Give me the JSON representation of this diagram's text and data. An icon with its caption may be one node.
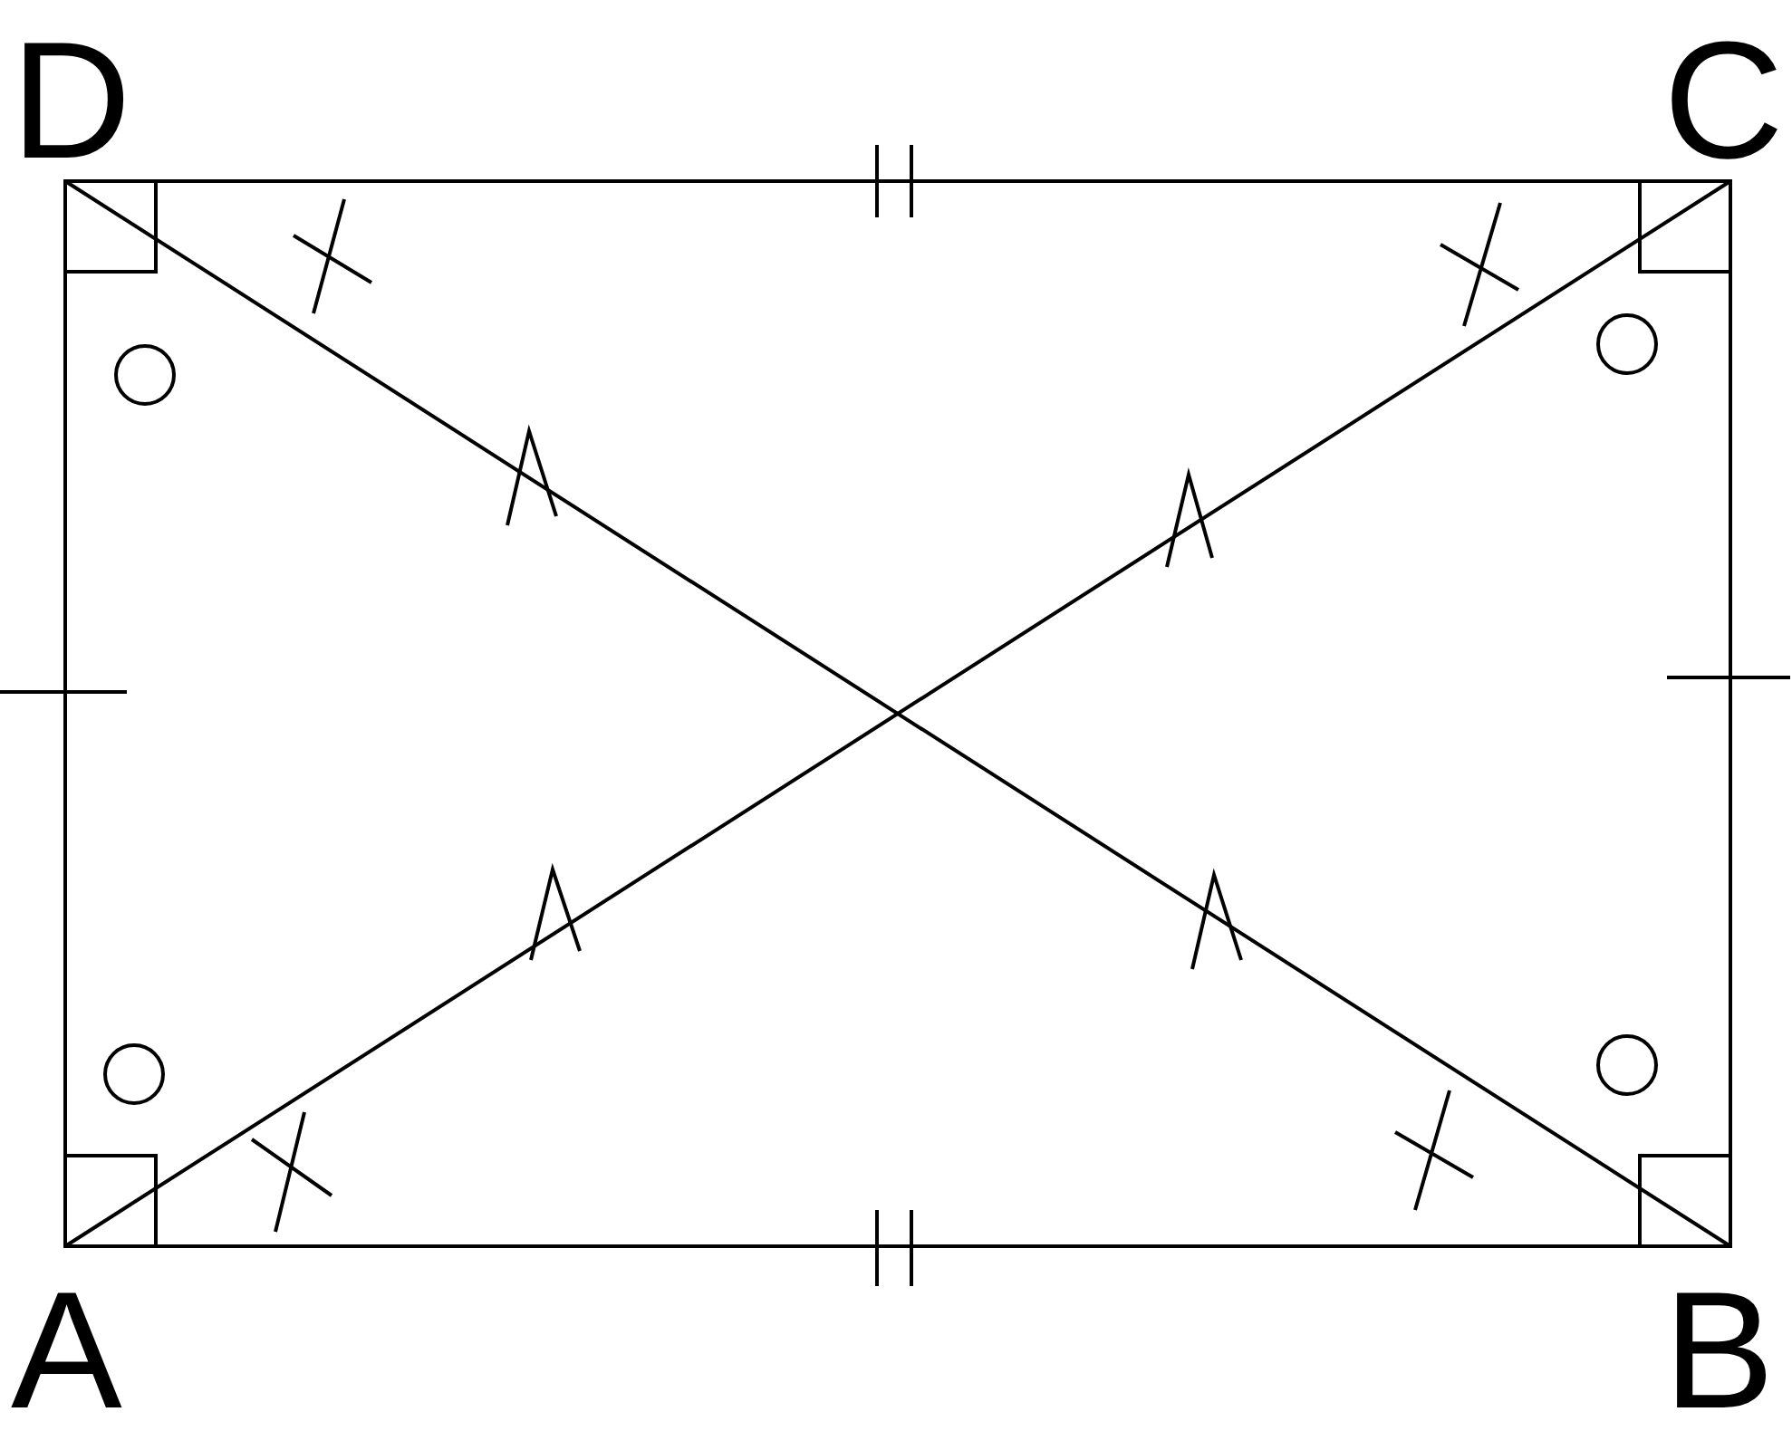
{
  "diagram": {
    "labels": [
      "D",
      "C",
      "A",
      "B"
    ]
  }
}
